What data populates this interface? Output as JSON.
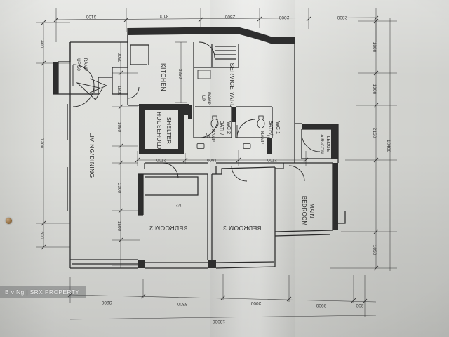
{
  "document": {
    "type": "architectural-floor-plan",
    "watermark": "B v Ng | SRX PROPERTY",
    "background_color": "#d9dad6",
    "ink_color": "#2b2b2b"
  },
  "rooms": [
    {
      "id": "living-dining",
      "label": "LIVING/DINING"
    },
    {
      "id": "kitchen",
      "label": "KITCHEN"
    },
    {
      "id": "service-yard",
      "label": "SERVICE YARD"
    },
    {
      "id": "household-shelter",
      "label": "HOUSEHOLD\nSHELTER"
    },
    {
      "id": "household-shelter-l1",
      "label": "HOUSEHOLD"
    },
    {
      "id": "household-shelter-l2",
      "label": "SHELTER"
    },
    {
      "id": "bath-wc-2-l1",
      "label": "BATH/"
    },
    {
      "id": "bath-wc-2-l2",
      "label": "WC 2"
    },
    {
      "id": "bath-wc-1-l1",
      "label": "BATH/"
    },
    {
      "id": "bath-wc-1-l2",
      "label": "WC 1"
    },
    {
      "id": "air-con-ledge-l1",
      "label": "AIR-CON"
    },
    {
      "id": "air-con-ledge-l2",
      "label": "LEDGE"
    },
    {
      "id": "bedroom-2",
      "label": "BEDROOM 2"
    },
    {
      "id": "bedroom-3",
      "label": "BEDROOM 3"
    },
    {
      "id": "main-bedroom-l1",
      "label": "MAIN"
    },
    {
      "id": "main-bedroom-l2",
      "label": "BEDROOM"
    }
  ],
  "annotations": {
    "ramp_entrance_l1": "RAMP",
    "ramp_entrance_l2": "UP  50",
    "ramp_service_yard_l1": "RAMP",
    "ramp_service_yard_l2": "UP",
    "ramp_bath2_l1": "RAMP",
    "ramp_bath2_l2": "UP",
    "ramp_bath1_l1": "RAMP",
    "ramp_bath1_l2": "UP"
  },
  "dimensions": {
    "top": [
      "3100",
      "3100",
      "2500",
      "2000",
      "2300"
    ],
    "bottom": [
      "3200",
      "3300",
      "3000",
      "2900",
      "200"
    ],
    "bottom_overall": "13000",
    "left": [
      "1400",
      "7200",
      "600"
    ],
    "right": [
      "1800",
      "1300",
      "2150",
      "1050"
    ],
    "right_overall": "10400",
    "interior_vertical": [
      "2050",
      "1800",
      "1050",
      "2300",
      "1500"
    ],
    "interior_horizontal": [
      "2700",
      "1800",
      "2700"
    ],
    "kitchen_depth": "3250",
    "bedroom2_note": "1/2"
  }
}
